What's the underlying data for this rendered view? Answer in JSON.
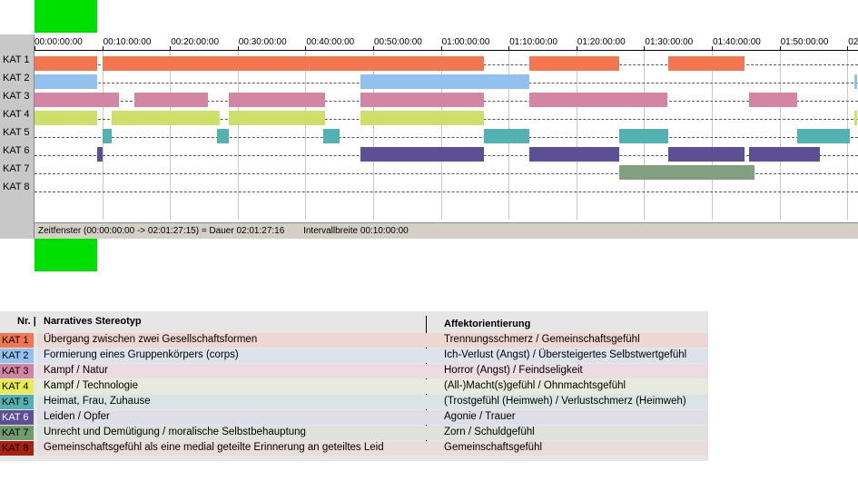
{
  "timeline": {
    "time_labels": [
      "00:00:00:00",
      "00:10:00:00",
      "00:20:00:00",
      "00:30:00:00",
      "00:40:00:00",
      "00:50:00:00",
      "01:00:00:00",
      "01:10:00:00",
      "01:20:00:00",
      "01:30:00:00",
      "01:40:00:00",
      "01:50:00:00",
      "02"
    ],
    "rows": [
      "KAT 1",
      "KAT 2",
      "KAT 3",
      "KAT 4",
      "KAT 5",
      "KAT 6",
      "KAT 7",
      "KAT 8"
    ],
    "colors": [
      "#f47650",
      "#92c1ef",
      "#d385a4",
      "#cfe06a",
      "#53b2b1",
      "#5d4f94",
      "#80a07e",
      "#b03020"
    ],
    "segments": [
      [
        [
          0,
          9.3
        ],
        [
          10.1,
          66.3
        ],
        [
          73.1,
          86.3
        ],
        [
          93.5,
          104.8
        ]
      ],
      [
        [
          0,
          9.3
        ],
        [
          48.1,
          73.1
        ],
        [
          121.0,
          121.5
        ]
      ],
      [
        [
          0,
          12.5
        ],
        [
          14.7,
          25.6
        ],
        [
          28.7,
          42.9
        ],
        [
          48.1,
          66.3
        ],
        [
          73.1,
          93.5
        ],
        [
          105.5,
          112.6
        ]
      ],
      [
        [
          0,
          9.3
        ],
        [
          11.4,
          27.4
        ],
        [
          28.7,
          42.9
        ],
        [
          48.1,
          66.3
        ],
        [
          121.0,
          121.5
        ]
      ],
      [
        [
          10.1,
          11.4
        ],
        [
          27.0,
          28.7
        ],
        [
          42.6,
          45.0
        ],
        [
          66.3,
          73.1
        ],
        [
          86.3,
          93.5
        ],
        [
          112.6,
          120.4
        ]
      ],
      [
        [
          9.3,
          10.1
        ],
        [
          48.1,
          66.3
        ],
        [
          73.1,
          86.3
        ],
        [
          93.5,
          104.8
        ],
        [
          105.5,
          116.0
        ]
      ],
      [
        [
          86.3,
          106.3
        ]
      ],
      []
    ],
    "status": {
      "zeitfenster": "Zeitfenster (00:00:00:00 -> 02:01:27:15) = Dauer 02:01:27:16",
      "intervall": "Intervallbreite 00:10:00:00"
    }
  },
  "legend": {
    "nr_header": "Nr. |",
    "stereotyp_header": "Narratives Stereotyp",
    "affekt_header": "Affektorientierung",
    "rows": [
      {
        "kat": "KAT 1",
        "stereotyp": "Übergang zwischen zwei Gesellschaftsformen",
        "affekt": "Trennungsschmerz / Gemeinschaftsgefühl",
        "color": "#f47650",
        "bg": "#eed7d0",
        "text_color": "#000000"
      },
      {
        "kat": "KAT 2",
        "stereotyp": "Formierung eines Gruppenkörpers (corps)",
        "affekt": "Ich-Verlust (Angst) / Übersteigertes Selbstwertgefühl",
        "color": "#92c1ef",
        "bg": "#dde3ec",
        "text_color": "#000000"
      },
      {
        "kat": "KAT 3",
        "stereotyp": "Kampf / Natur",
        "affekt": "Horror (Angst) / Feindseligkeit",
        "color": "#d385a4",
        "bg": "#ecdce2",
        "text_color": "#000000"
      },
      {
        "kat": "KAT 4",
        "stereotyp": "Kampf / Technologie",
        "affekt": "(All-)Macht(s)gefühl / Ohnmachtsgefühl",
        "color": "#e8eb52",
        "bg": "#e8eadc",
        "text_color": "#000000"
      },
      {
        "kat": "KAT 5",
        "stereotyp": "Heimat, Frau, Zuhause",
        "affekt": "(Trostgefühl (Heimweh) / Verlustschmerz (Heimweh)",
        "color": "#53b2b1",
        "bg": "#d9e5e4",
        "text_color": "#000000"
      },
      {
        "kat": "KAT 6",
        "stereotyp": "Leiden / Opfer",
        "affekt": "Agonie / Trauer",
        "color": "#5d4f94",
        "bg": "#dfdde6",
        "text_color": "#ffffff"
      },
      {
        "kat": "KAT 7",
        "stereotyp": "Unrecht und Demütigung / moralische Selbstbehauptung",
        "affekt": "Zorn / Schuldgefühl",
        "color": "#6e9a6c",
        "bg": "#dde3dc",
        "text_color": "#000000"
      },
      {
        "kat": "KAT 8",
        "stereotyp": "Gemeinschaftsgefühl als eine medial geteilte Erinnerung an geteiltes Leid",
        "affekt": "Gemeinschaftsgefühl",
        "color": "#a8200f",
        "bg": "#ebdcdc",
        "text_color": "#000000"
      }
    ]
  }
}
